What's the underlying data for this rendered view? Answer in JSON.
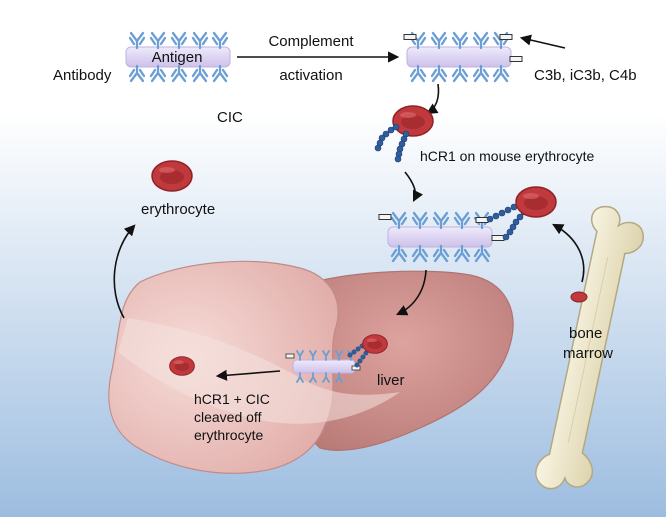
{
  "labels": {
    "antigen": "Antigen",
    "antibody": "Antibody",
    "complement_line1": "Complement",
    "complement_line2": "activation",
    "complement_fragments": "C3b, iC3b, C4b",
    "cic": "CIC",
    "hcr1": "hCR1 on mouse erythrocyte",
    "erythrocyte": "erythrocyte",
    "bone_line1": "bone",
    "bone_line2": "marrow",
    "liver": "liver",
    "cleaved_line1": "hCR1 + CIC",
    "cleaved_line2": "cleaved off",
    "cleaved_line3": "erythrocyte"
  },
  "colors": {
    "antibody_blue": "#6a9ed4",
    "antigen_fill": "#ddd5f0",
    "rbc_red": "#c0393d",
    "rbc_dark": "#8f2326",
    "hcr1_bead": "#2f5d9e",
    "liver_light": "#edc7c4",
    "liver_dark": "#c98d89",
    "bone_fill": "#efe9cf",
    "bone_stroke": "#b3a980",
    "background_bottom": "#9dbde0"
  },
  "icons": [
    "antibody-y-icon",
    "erythrocyte-icon",
    "hcr1-bead-chain-icon",
    "complement-tag-icon",
    "bone-icon",
    "liver-icon"
  ]
}
